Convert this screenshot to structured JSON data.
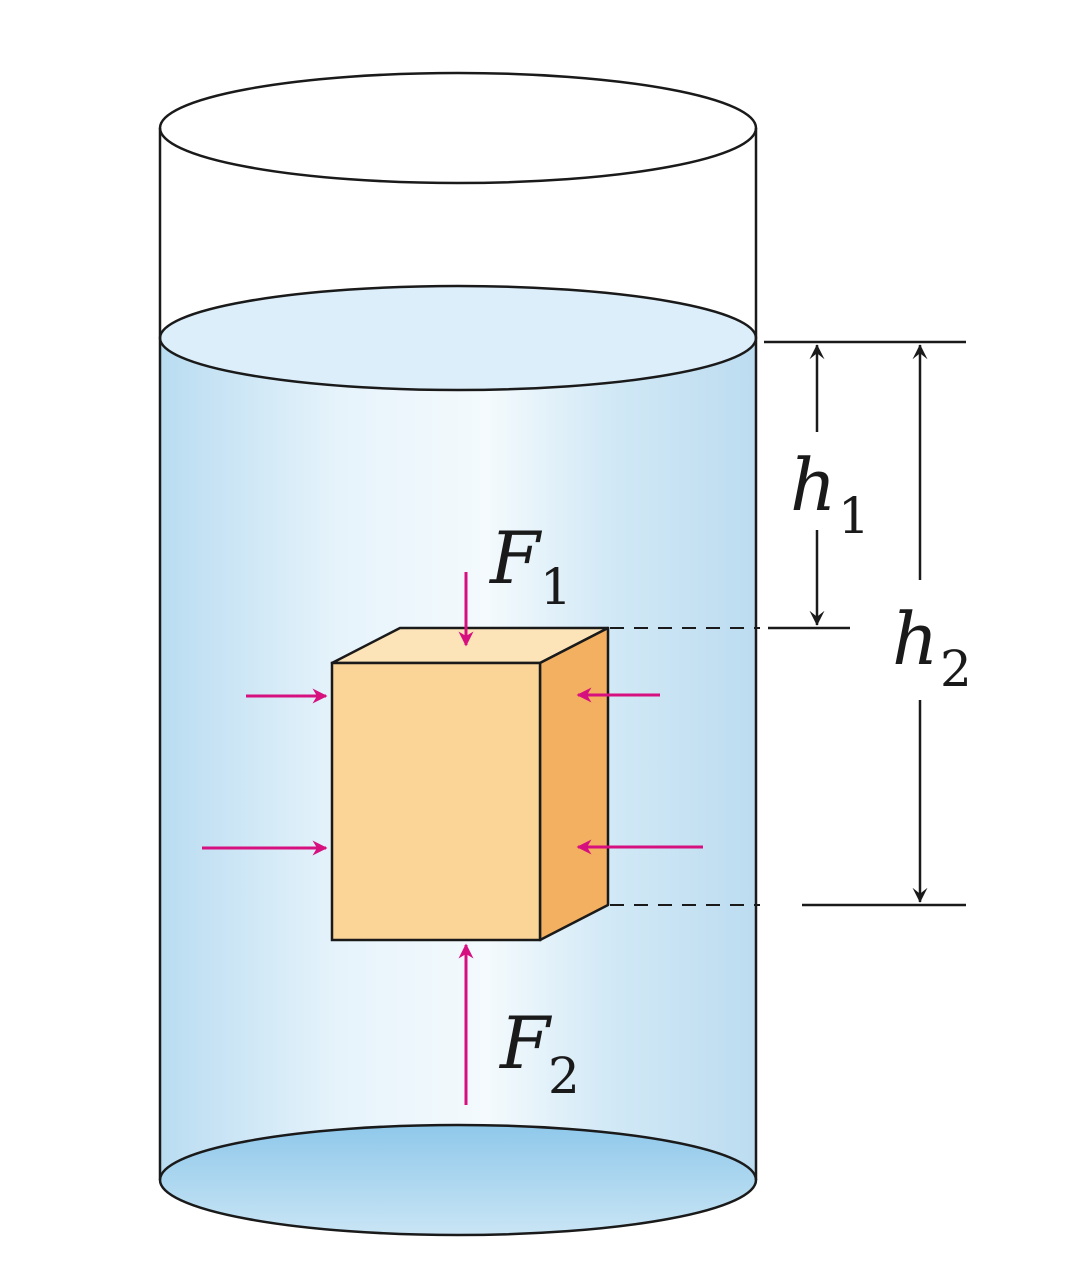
{
  "labels": {
    "f1": {
      "main": "F",
      "sub": "1"
    },
    "f2": {
      "main": "F",
      "sub": "2"
    },
    "h1": {
      "main": "h",
      "sub": "1"
    },
    "h2": {
      "main": "h",
      "sub": "2"
    }
  },
  "colors": {
    "water": "#cde6f5",
    "water_surface": "#d9ecf8",
    "container_bottom": "#b6dcf1",
    "block_front": "#fbd497",
    "block_top": "#fde4b8",
    "block_side": "#f3b060",
    "force_arrow": "#d6107f",
    "outline": "#1a1a1a"
  }
}
